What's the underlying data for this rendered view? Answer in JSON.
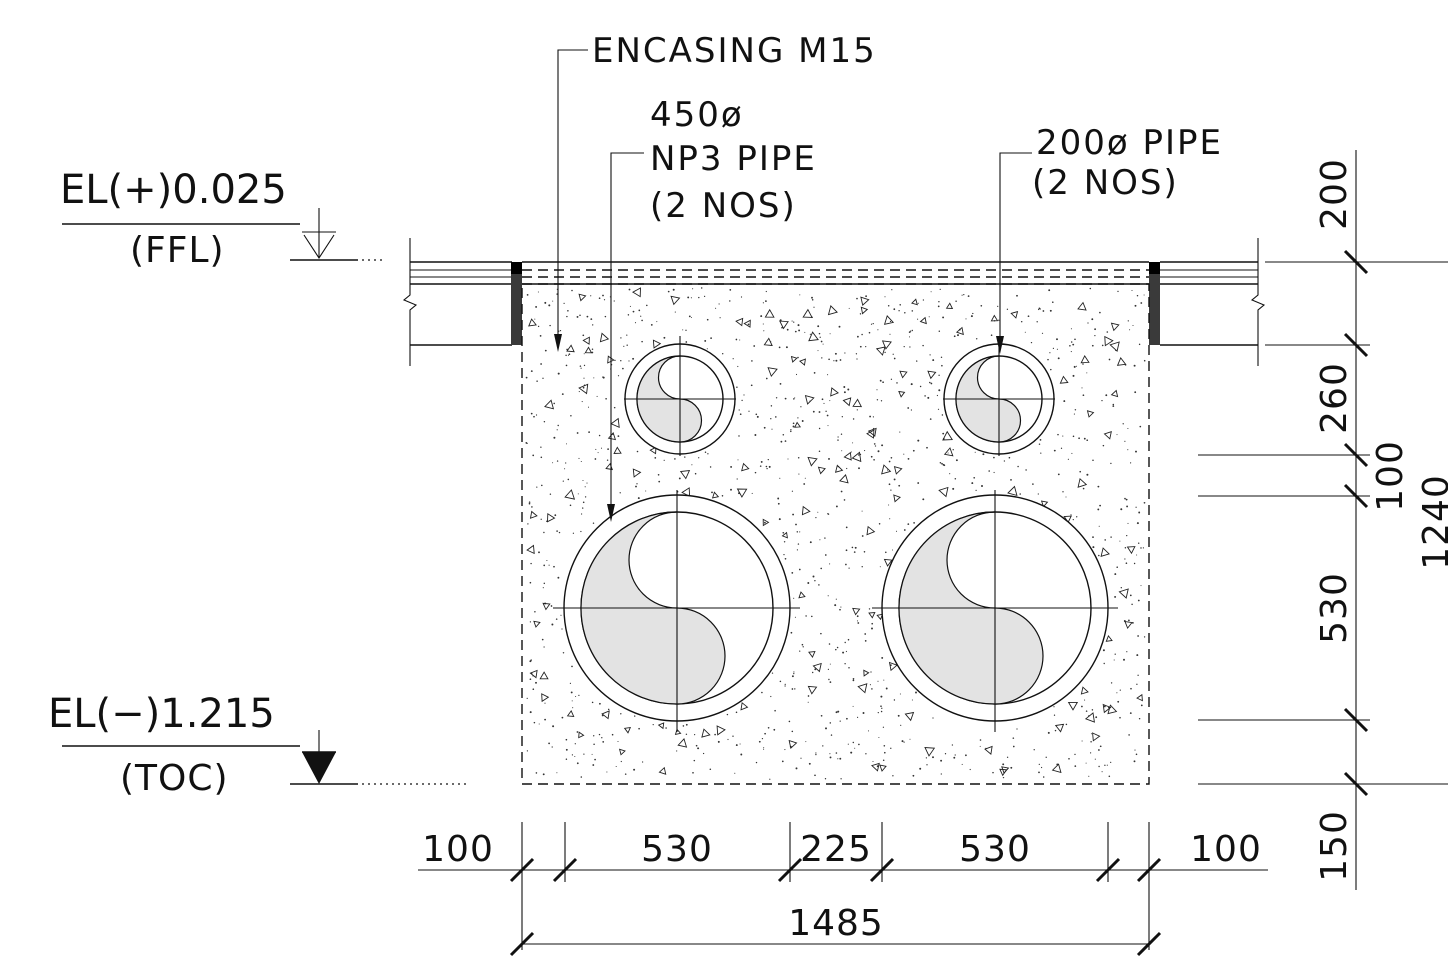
{
  "labels": {
    "encasing": "ENCASING M15",
    "large_pipe_size": "450ø",
    "large_pipe_type": "NP3 PIPE",
    "large_pipe_qty": "(2 NOS)",
    "small_pipe_size": "200ø PIPE",
    "small_pipe_qty": "(2 NOS)"
  },
  "levels": {
    "top_value": "EL(+)0.025",
    "top_ref": "(FFL)",
    "bottom_value": "EL(−)1.215",
    "bottom_ref": "(TOC)"
  },
  "dims_horizontal": {
    "segments": [
      "100",
      "530",
      "225",
      "530",
      "100"
    ],
    "total": "1485"
  },
  "dims_vertical": {
    "segments": [
      "200",
      "260",
      "100",
      "530",
      "150"
    ],
    "total": "1240"
  }
}
